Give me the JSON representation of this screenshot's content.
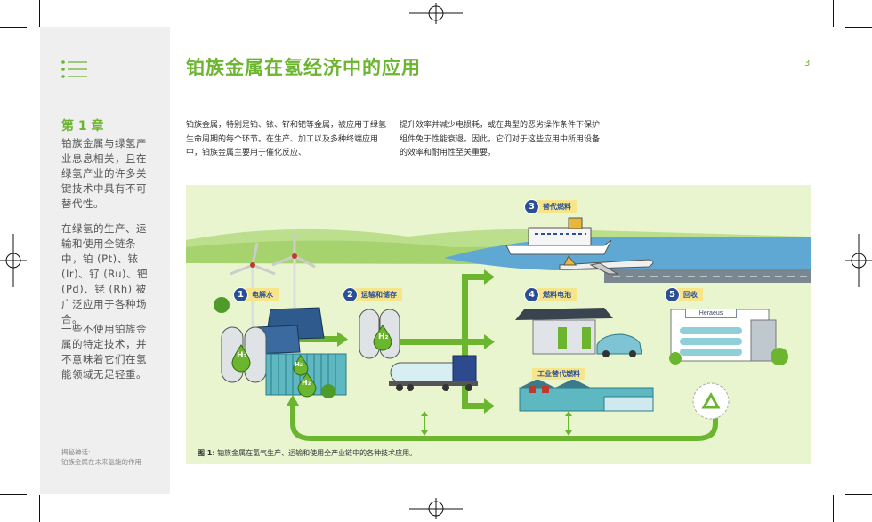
{
  "page": {
    "number": "3",
    "title": "铂族金属在氢经济中的应用"
  },
  "sidebar": {
    "chapter": "第 1 章",
    "paragraphs": [
      "铂族金属与绿氢产业息息相关，且在绿氢产业的许多关键技术中具有不可替代性。",
      "在绿氢的生产、运输和使用全链条中，铂 (Pt)、铱 (Ir)、钌 (Ru)、钯 (Pd)、铑 (Rh) 被广泛应用于各种场合。",
      "一些不使用铂族金属的特定技术，并不意味着它们在氢能领域无足轻重。"
    ],
    "footer": [
      "揭秘神话:",
      "铂族金属在未来氢能的作用"
    ]
  },
  "body_text": {
    "col1": "铂族金属，特别是铂、铱、钌和钯等金属，被应用于绿氢生命周期的每个环节。在生产、加工以及多种终端应用中，铂族金属主要用于催化反应、",
    "col2": "提升效率并减少电损耗，或在典型的恶劣操作条件下保护组件免于性能衰退。因此，它们对于这些应用中所用设备的效率和耐用性至关重要。"
  },
  "figure": {
    "steps": [
      {
        "num": "1",
        "label": "电解水"
      },
      {
        "num": "2",
        "label": "运输和储存"
      },
      {
        "num": "3",
        "label": "替代燃料"
      },
      {
        "num": "4",
        "label": "燃料电池"
      },
      {
        "num": "5",
        "label": "回收"
      }
    ],
    "industry_label": "工业替代燃料",
    "h2_label": "H₂",
    "company_sign": "Heraeus",
    "caption_prefix": "图 1:",
    "caption_text": "铂族金属在氢气生产、运输和使用全产业链中的各种技术应用。"
  },
  "colors": {
    "accent_green": "#6bb52f",
    "step_blue": "#2b4f96",
    "label_yellow": "#f6e58a",
    "figure_bg": "#e9f5cf"
  }
}
